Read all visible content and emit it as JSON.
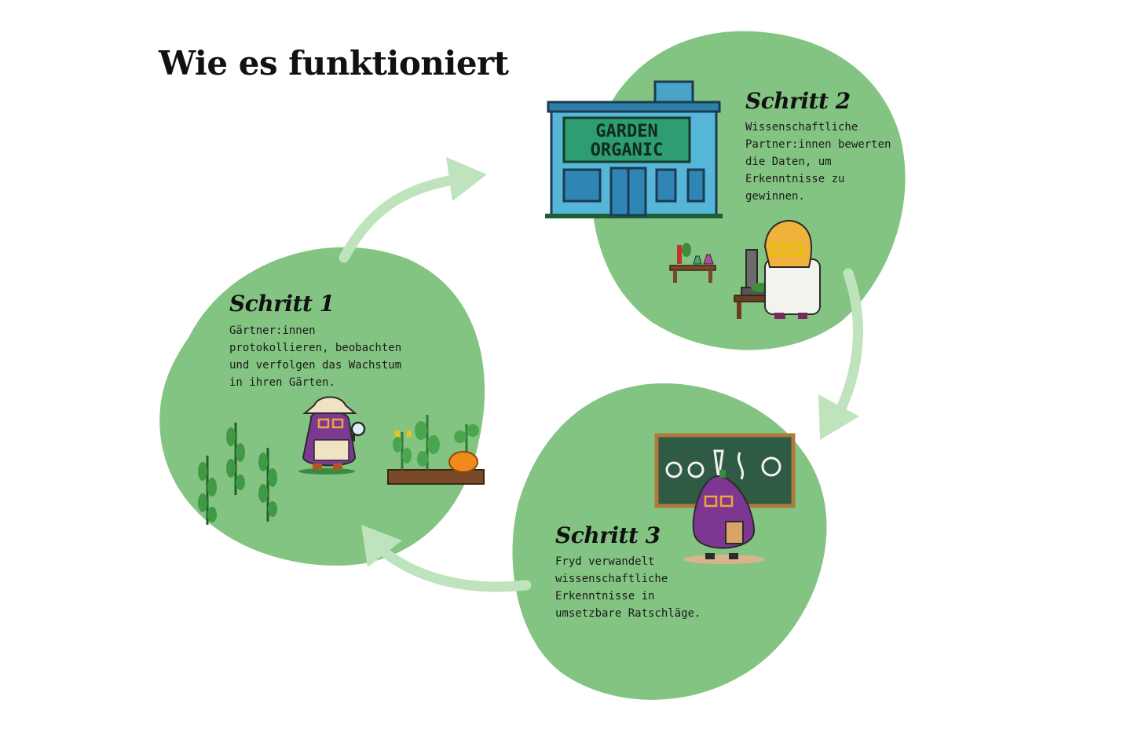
{
  "title": "Wie es funktioniert",
  "colors": {
    "blob": "#84c483",
    "arrow": "#bfe3bd",
    "text": "#111111"
  },
  "steps": [
    {
      "title": "Schritt 1",
      "text": "Gärtner:innen protokollieren, beobachten und verfolgen das Wachstum in ihren Gärten."
    },
    {
      "title": "Schritt 2",
      "text": "Wissenschaftliche Partner:innen bewerten die Daten, um Erkenntnisse zu gewinnen."
    },
    {
      "title": "Schritt 3",
      "text": "Fryd verwandelt wissenschaftliche Erkenntnisse in umsetzbare Ratschläge."
    }
  ],
  "building": {
    "sign_line1": "GARDEN",
    "sign_line2": "ORGANIC"
  }
}
